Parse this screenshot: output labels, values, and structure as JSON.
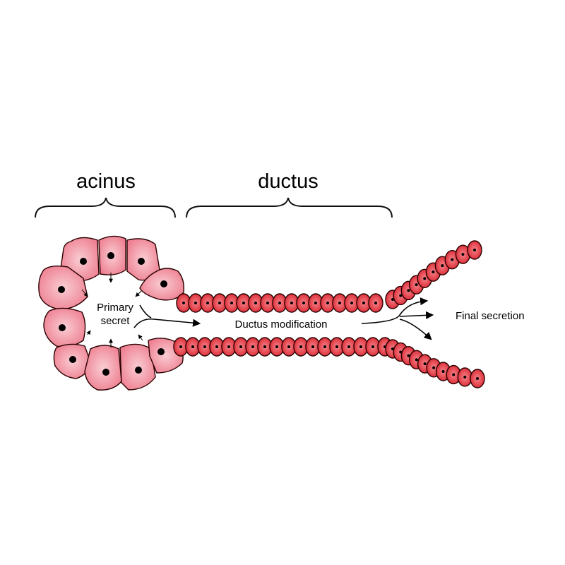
{
  "labels": {
    "acinus": "acinus",
    "ductus": "ductus",
    "primary_line1": "Primary",
    "primary_line2": "secret",
    "ductus_modification": "Ductus modification",
    "final_secretion": "Final secretion"
  },
  "colors": {
    "acinus_cell_fill": "#f08a9a",
    "acinus_cell_inner": "#f8c2ca",
    "duct_cell_fill": "#e8303a",
    "duct_cell_inner": "#f26870",
    "outline": "#2a0000",
    "nucleus": "#000000"
  }
}
